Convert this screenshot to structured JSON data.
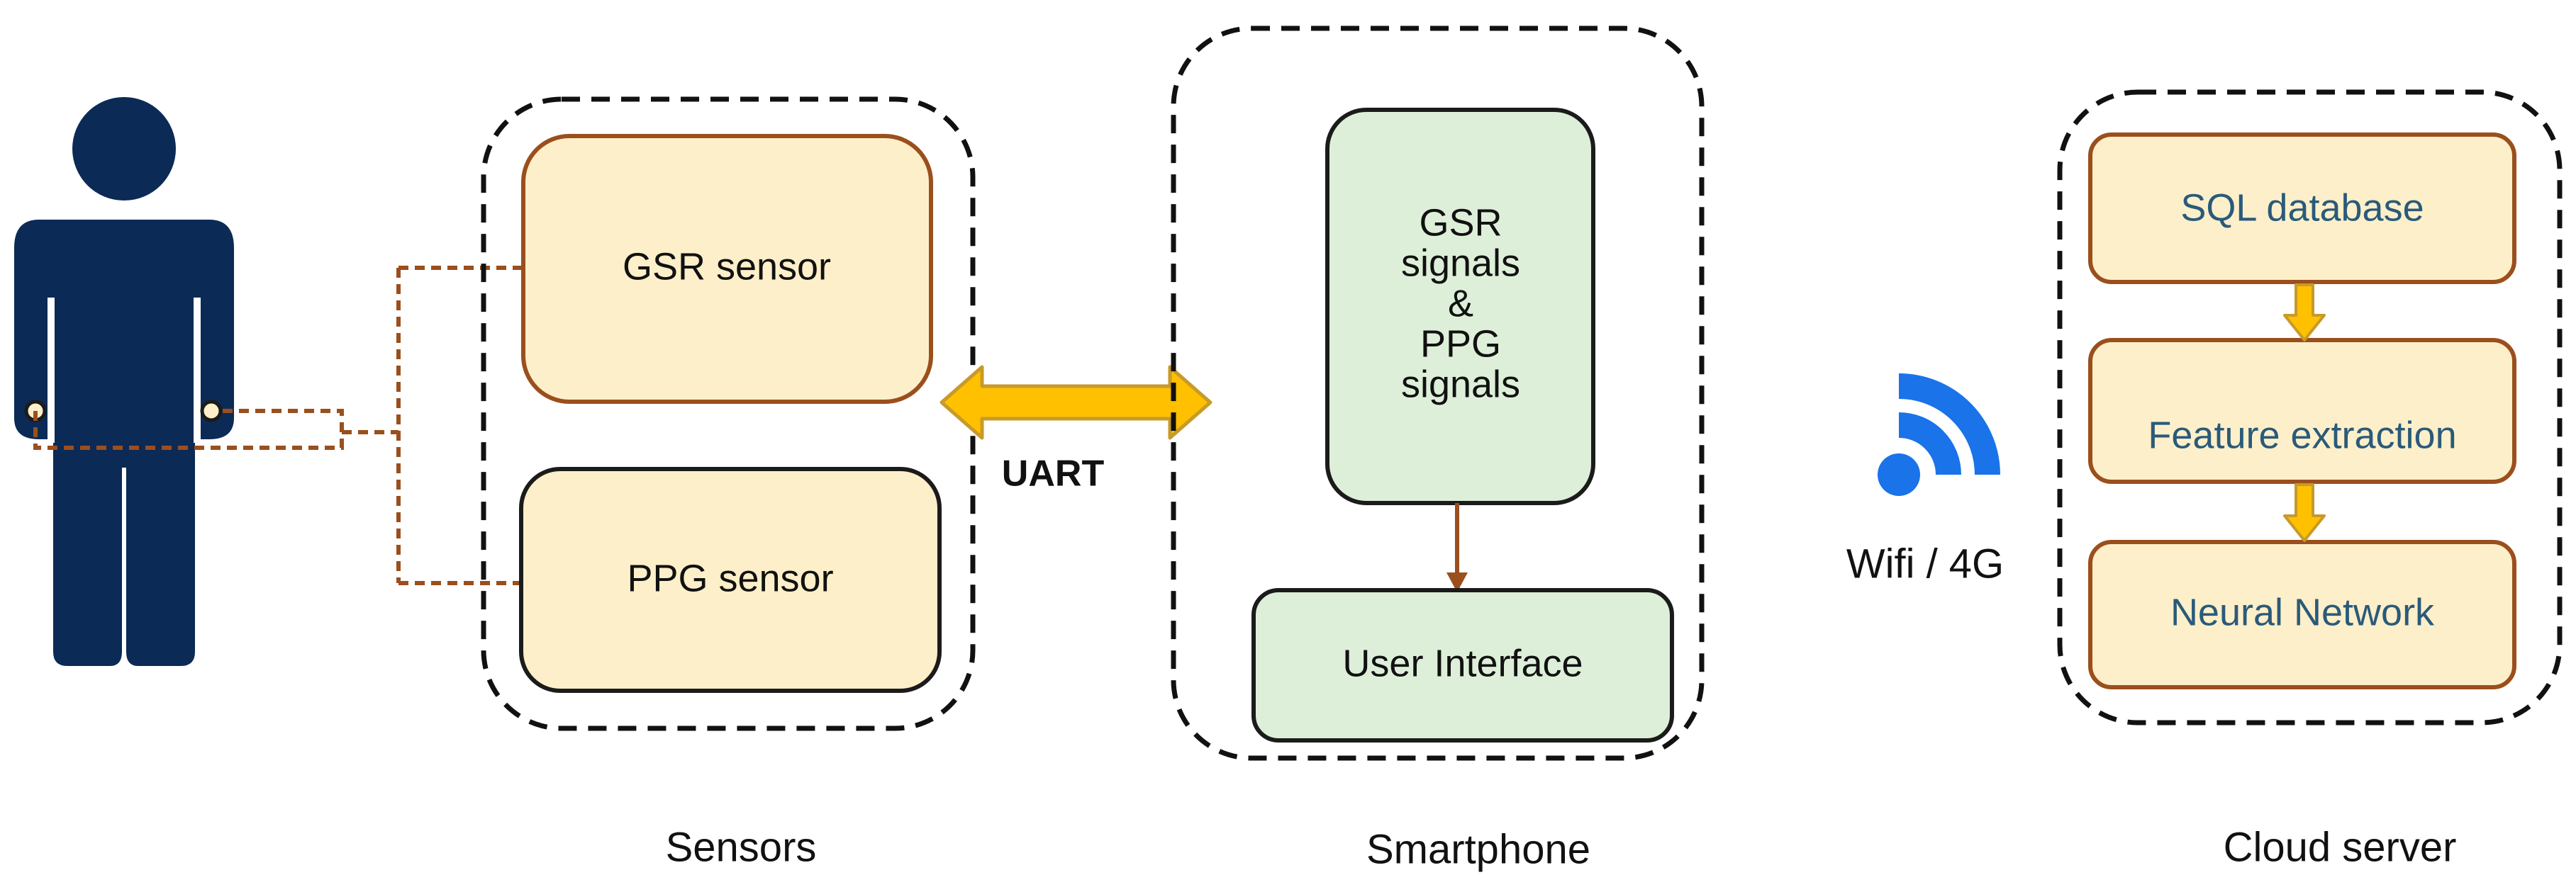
{
  "sensors": {
    "caption": "Sensors",
    "gsr_label": "GSR sensor",
    "ppg_label": "PPG sensor"
  },
  "link": {
    "protocol_label": "UART"
  },
  "smartphone": {
    "caption": "Smartphone",
    "signals_lines": [
      "GSR",
      "signals",
      "&",
      "PPG",
      "signals"
    ],
    "ui_label": "User Interface"
  },
  "wireless": {
    "label": "Wifi / 4G",
    "icon": "wifi-icon"
  },
  "cloud": {
    "caption": "Cloud server",
    "sql_label": "SQL database",
    "feature_label": "Feature extraction",
    "nn_label": "Neural Network"
  },
  "person": {
    "icon": "person-icon"
  },
  "colors": {
    "person_fill": "#0b2a55",
    "sensor_box_fill": "#fdefc9",
    "sensor_box_stroke": "#9a4f1d",
    "phone_box_fill": "#deefd9",
    "phone_box_stroke": "#1b1b1b",
    "cloud_text": "#2a5a7a",
    "arrow_fill": "#ffc000",
    "arrow_stroke": "#c79a2a",
    "wire": "#9a4f1d",
    "wifi": "#1a73e8"
  }
}
